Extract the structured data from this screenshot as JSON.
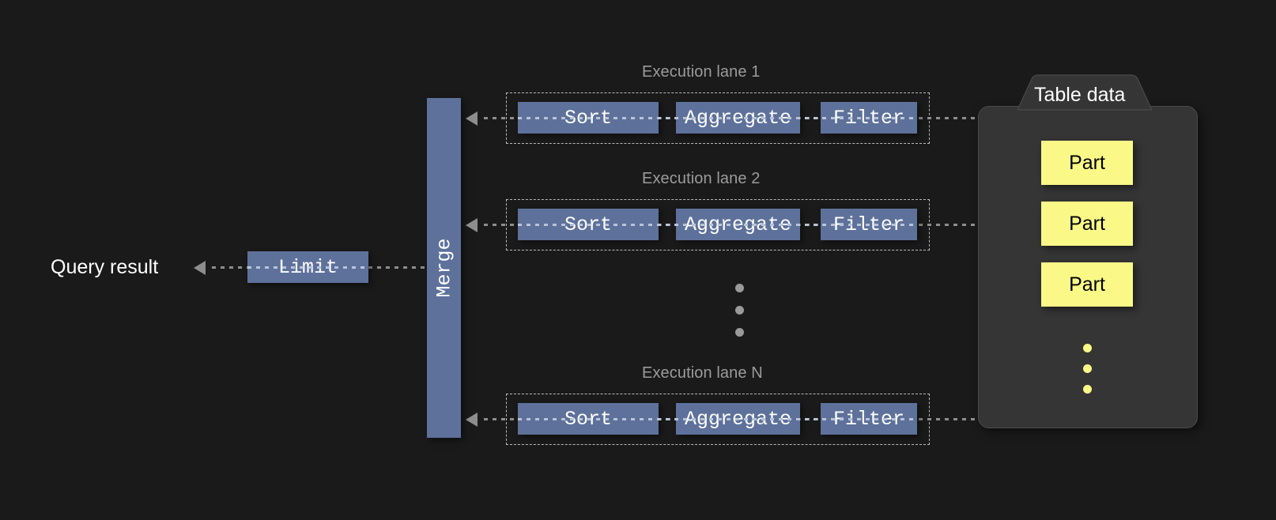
{
  "theme": {
    "background": "#1a1a1a",
    "operator_box_color": "#5d719b",
    "operator_text_color": "#ffffff",
    "part_box_color": "#faf987",
    "part_text_color": "#000000",
    "panel_background": "#353535",
    "lane_label_color": "#9b9b9b",
    "connector_color": "#8d8d8d",
    "lane_border_color": "#b9b9b9"
  },
  "output": {
    "query_result_label": "Query result",
    "limit_label": "Limit"
  },
  "merge": {
    "label": "Merge"
  },
  "lanes": [
    {
      "title": "Execution lane 1",
      "stages": [
        "Sort",
        "Aggregate",
        "Filter"
      ]
    },
    {
      "title": "Execution lane 2",
      "stages": [
        "Sort",
        "Aggregate",
        "Filter"
      ]
    },
    {
      "title": "Execution lane N",
      "stages": [
        "Sort",
        "Aggregate",
        "Filter"
      ]
    }
  ],
  "lane_ellipsis": {
    "dot_count": 3,
    "color": "#9a9a9a"
  },
  "table_data": {
    "title": "Table data",
    "parts": [
      "Part",
      "Part",
      "Part"
    ],
    "ellipsis": {
      "dot_count": 3,
      "color": "#faf987"
    }
  }
}
